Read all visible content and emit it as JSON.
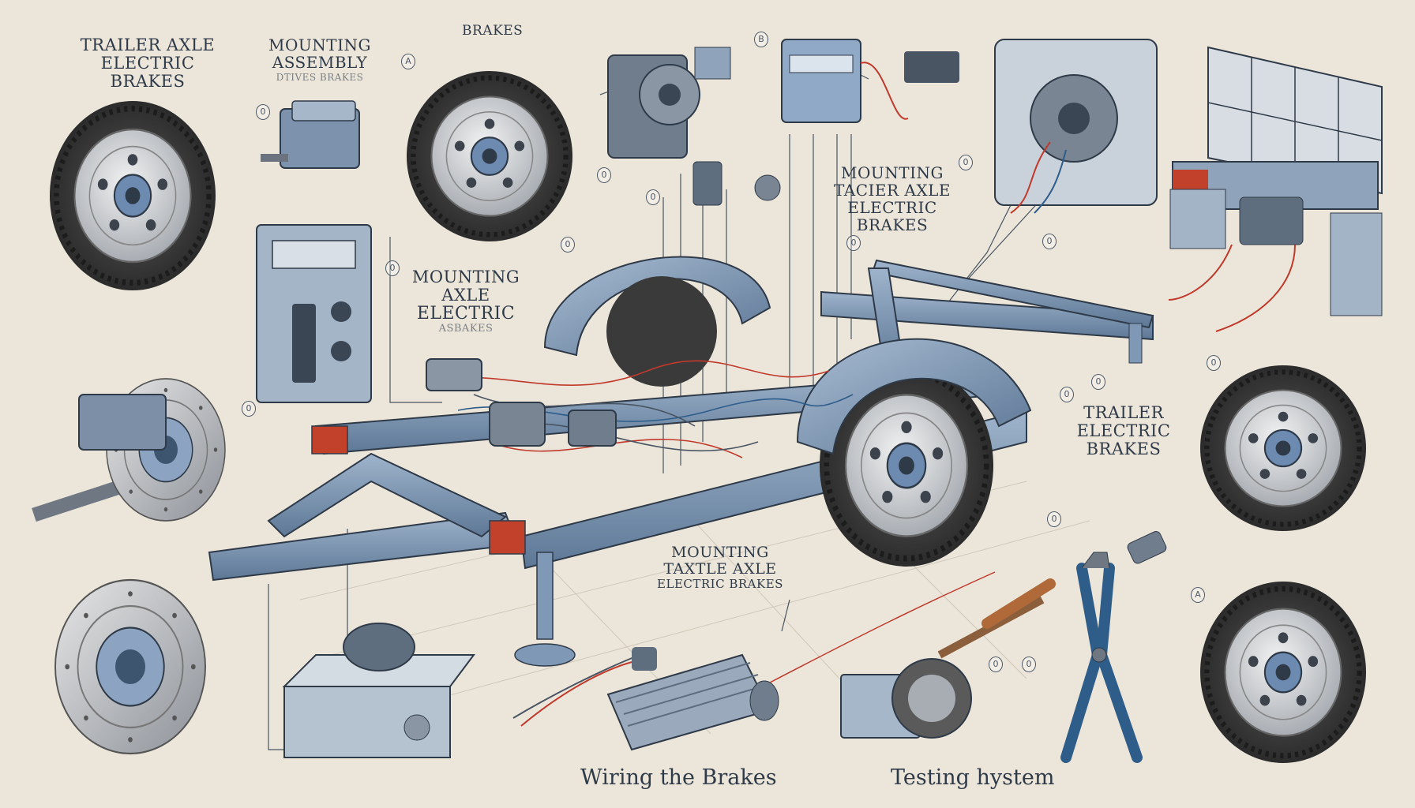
{
  "labels": {
    "top_left": [
      "Trailer Axle",
      "Electric Brakes"
    ],
    "mounting_assembly": [
      "Mounting",
      "Assembly"
    ],
    "mounting_assembly_sub": "Dtives Brakes",
    "brakes_top": "Brakes",
    "center_right": [
      "Mounting",
      "Tacier Axle",
      "Electric Brakes"
    ],
    "center_left": [
      "Mounting",
      "Axle",
      "Electric",
      "Asbakes"
    ],
    "right_middle": [
      "Trailer",
      "Electric",
      "Brakes"
    ],
    "bottom_center": [
      "Mounting",
      "Taxtle Axle",
      "Electric Brakes"
    ]
  },
  "captions": {
    "wiring": "Wiring the Brakes",
    "testing": "Testing hystem"
  },
  "callout_marks": [
    "0",
    "A",
    "B",
    "0",
    "0",
    "0",
    "0",
    "0",
    "0",
    "0",
    "0",
    "0",
    "0",
    "0",
    "0",
    "0",
    "A",
    "0"
  ],
  "colors": {
    "background": "#ece6da",
    "frame_blue": "#7f98b6",
    "ink": "#2f3a48",
    "reflector_red": "#c2412b",
    "wire_red": "#c0392b"
  }
}
